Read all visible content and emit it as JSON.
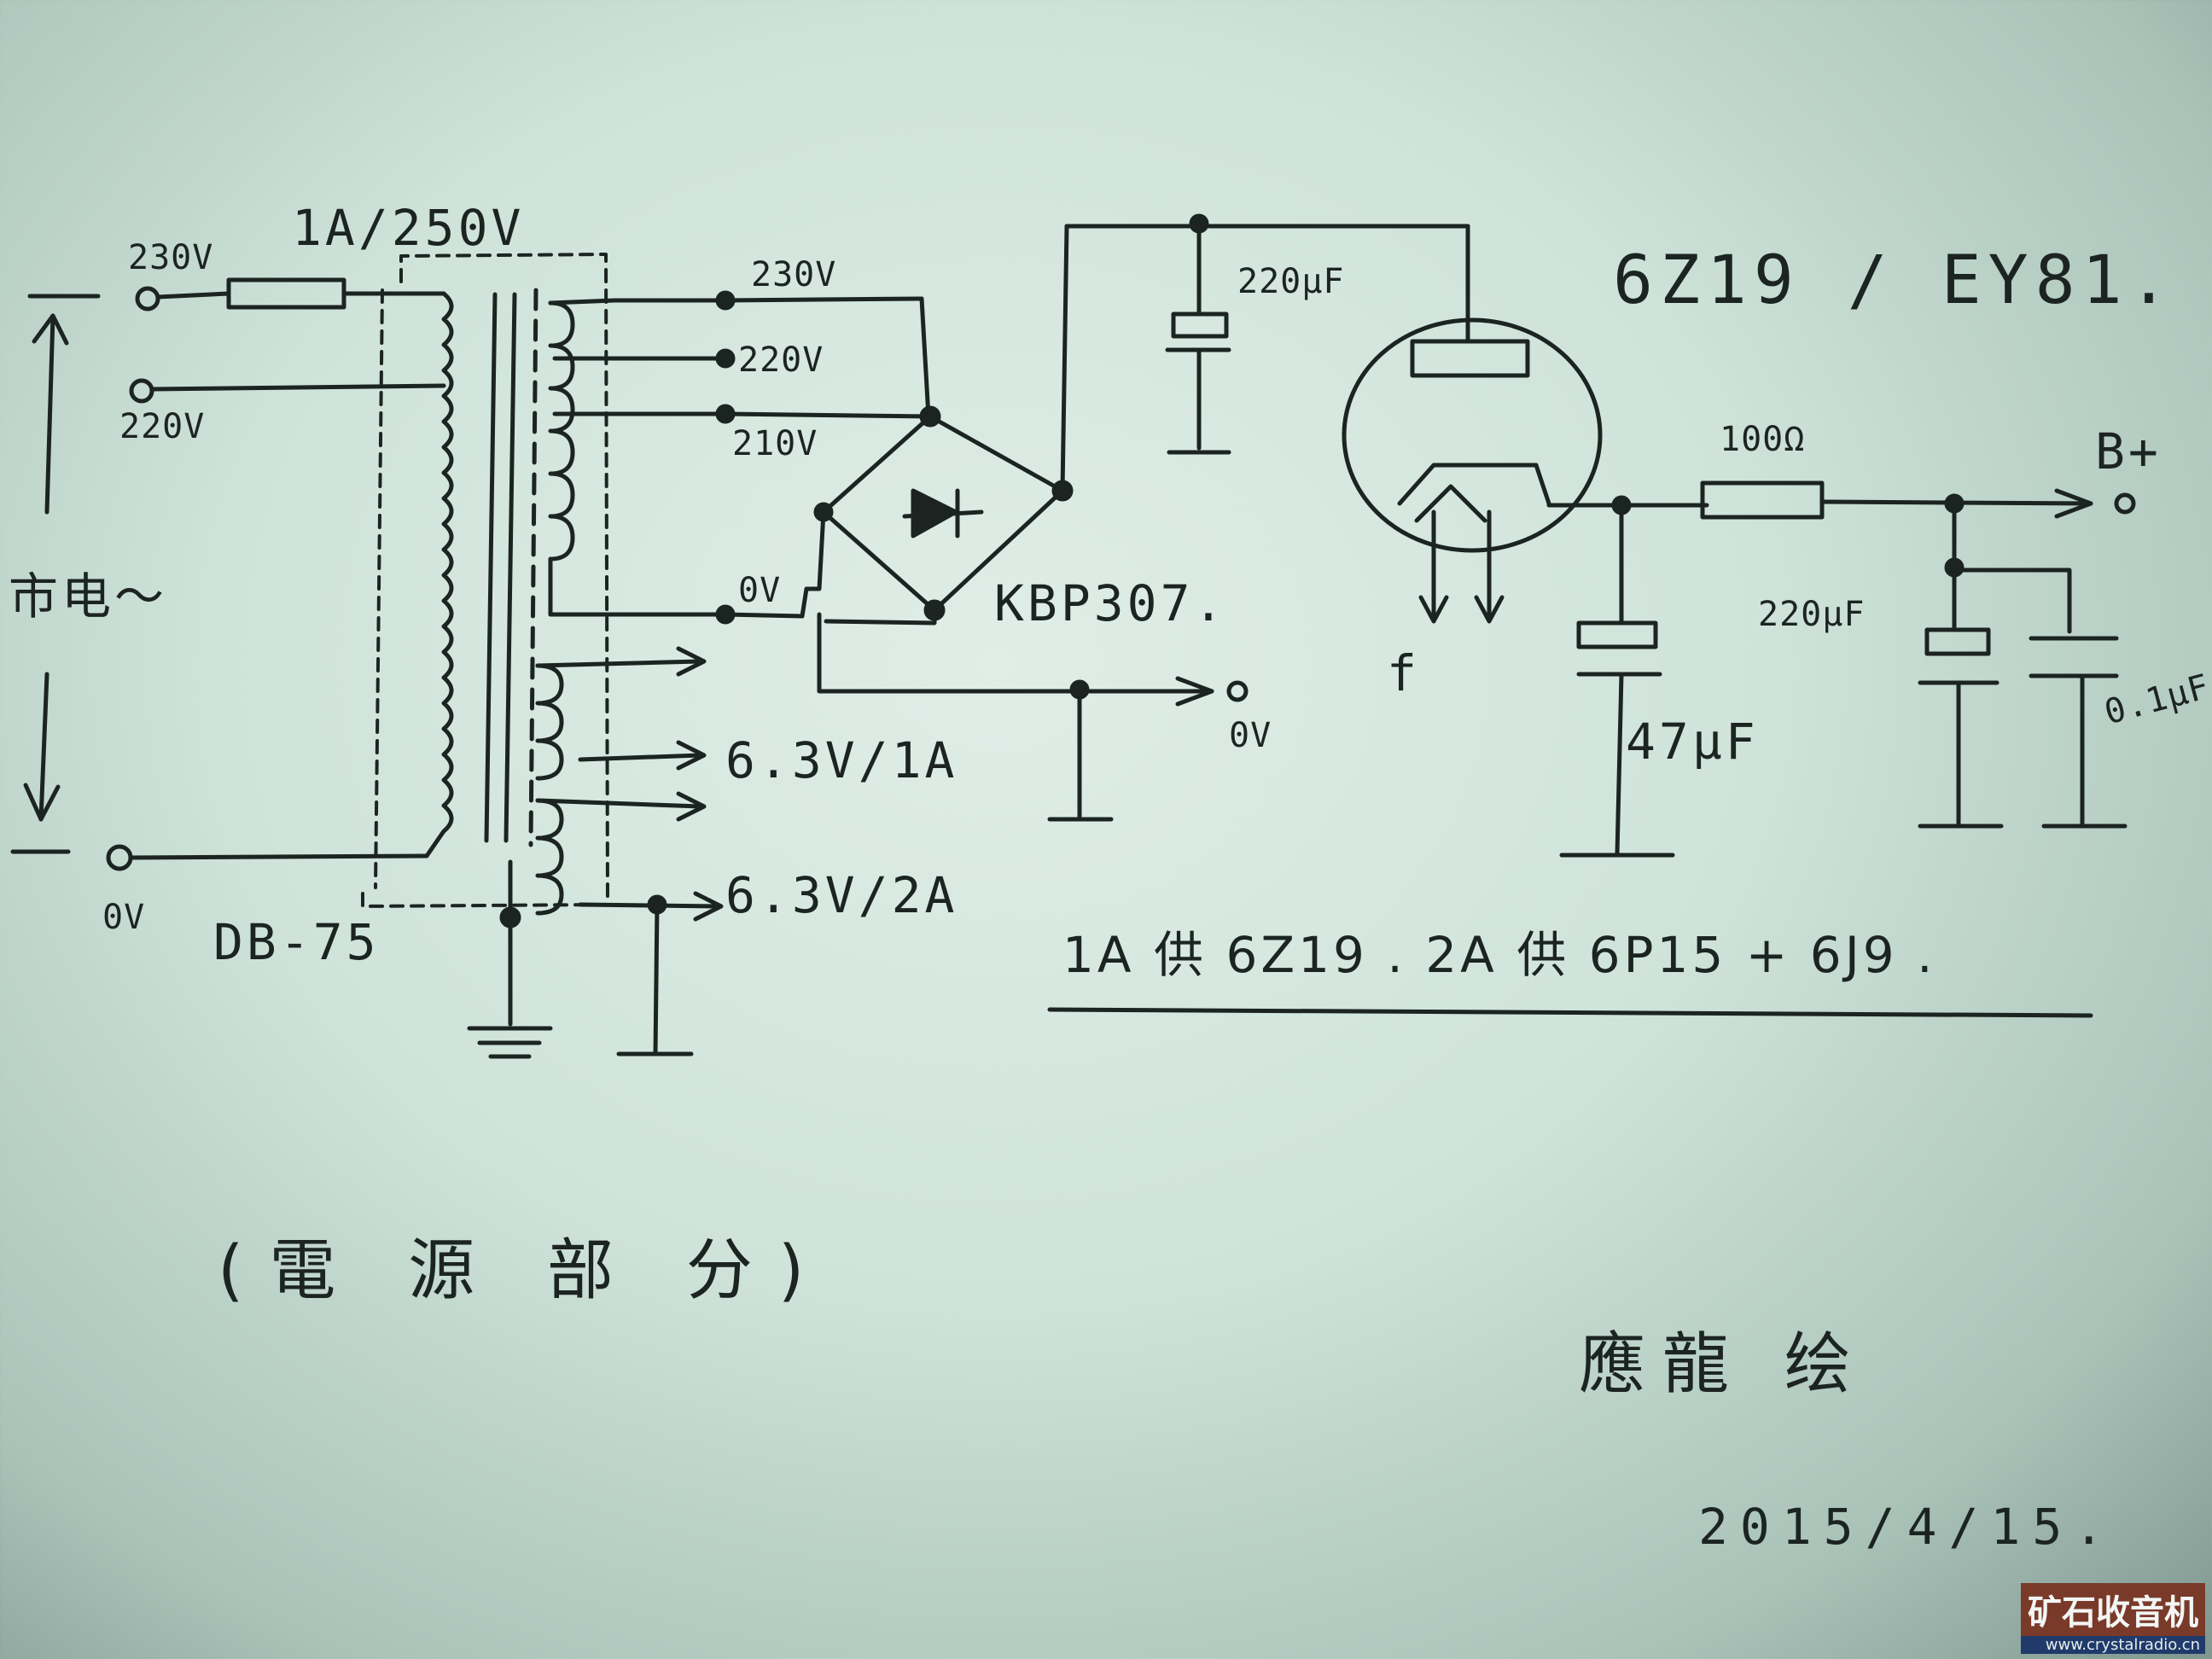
{
  "schematic": {
    "title": "6Z19 / EY81.",
    "transformer": {
      "model": "DB-75",
      "fuse_rating": "1A/250V"
    },
    "mains_label": "市电～",
    "primary_taps": {
      "t230": "230V",
      "t220": "220V",
      "t0": "0V"
    },
    "secondary_taps": {
      "s230": "230V",
      "s220": "220V",
      "s210": "210V",
      "s0": "0V"
    },
    "heater_windings": {
      "h1": "6.3V/1A",
      "h2": "6.3V/2A"
    },
    "rectifier": "KBP307.",
    "output": {
      "ground": "0V",
      "bplus": "B+"
    },
    "filament": "f",
    "components": {
      "cap_top": "220μF",
      "cap_mid": "47μF",
      "resistor": "100Ω",
      "cap_out": "220μF",
      "cap_bypass": "0.1μF"
    },
    "note": "1A 供 6Z19 . 2A 供 6P15 + 6J9 .",
    "section_caption": "(電 源 部 分)",
    "signature": "應龍 绘",
    "date": "2015/4/15."
  },
  "watermark": {
    "site_cn": "矿石收音机",
    "url": "www.crystalradio.cn"
  }
}
